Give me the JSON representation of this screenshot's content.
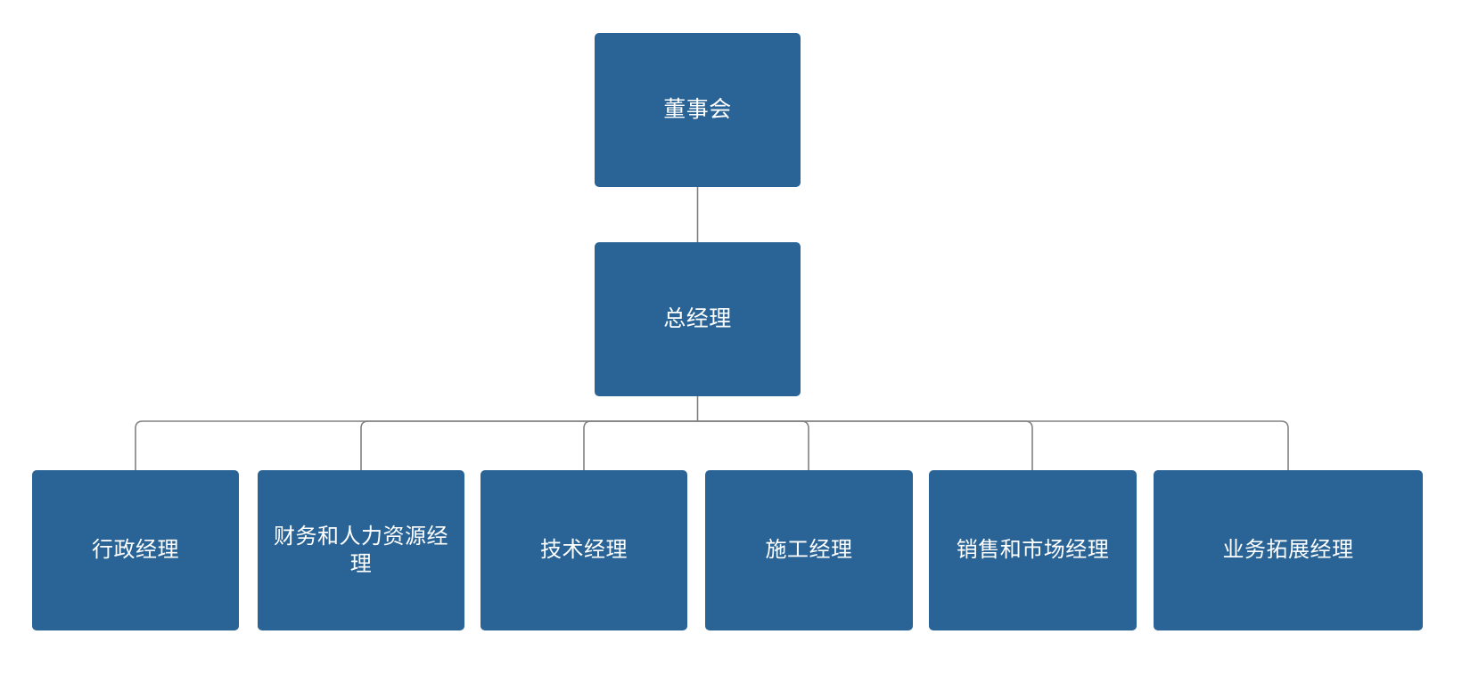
{
  "chart": {
    "type": "org-chart",
    "title": "",
    "orientation": "top-down",
    "node_fill_color": "#2A6496",
    "node_text_color": "#FFFFFF",
    "connector_color": "#808080",
    "background_color": "#FFFFFF",
    "levels": [
      {
        "level": 1,
        "nodes": [
          {
            "id": "board",
            "label": "董事会"
          }
        ]
      },
      {
        "level": 2,
        "nodes": [
          {
            "id": "gm",
            "label": "总经理",
            "parent": "board"
          }
        ]
      },
      {
        "level": 3,
        "nodes": [
          {
            "id": "admin",
            "label": "行政经理",
            "parent": "gm"
          },
          {
            "id": "finance_hr",
            "label": "财务和人力资源经理",
            "parent": "gm"
          },
          {
            "id": "technical",
            "label": "技术经理",
            "parent": "gm"
          },
          {
            "id": "construct",
            "label": "施工经理",
            "parent": "gm"
          },
          {
            "id": "sales",
            "label": "销售和市场经理",
            "parent": "gm"
          },
          {
            "id": "bizdev",
            "label": "业务拓展经理",
            "parent": "gm"
          }
        ]
      }
    ]
  },
  "footer": {
    "partial_text": ""
  }
}
